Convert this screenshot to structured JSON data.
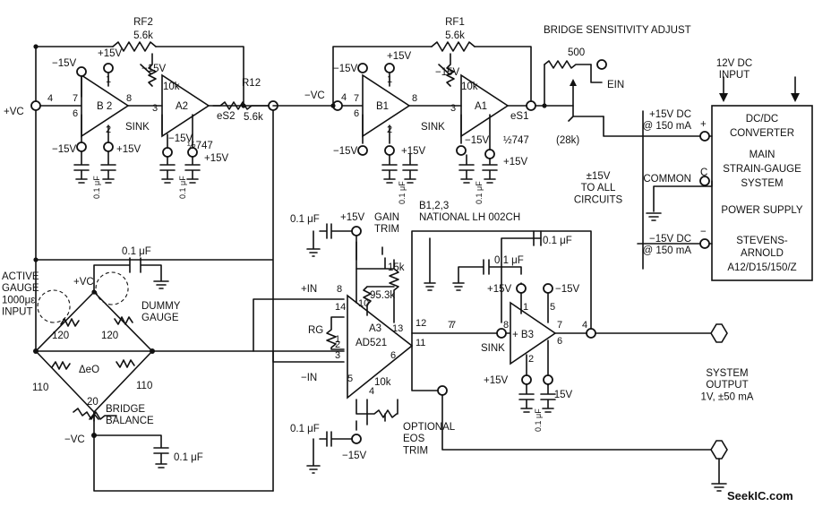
{
  "title": "BRIDGE SENSITIVITY ADJUST",
  "power_input": "12V DC\nINPUT",
  "power_supply": {
    "lines": [
      "DC/DC",
      "CONVERTER",
      "MAIN",
      "STRAIN-GAUGE",
      "SYSTEM",
      "POWER SUPPLY",
      "STEVENS-",
      "ARNOLD",
      "A12/D15/150/Z"
    ],
    "pos_out": "+15V DC\n@ 150 mA",
    "common": "COMMON",
    "neg_out": "−15V DC\n@ 150 mA",
    "all_circuits": "±15V\nTO ALL\nCIRCUITS",
    "pin_plus": "+",
    "pin_c": "C",
    "pin_minus": "−"
  },
  "amp_note": "B1,2,3\nNATIONAL LH 002CH",
  "bridge": {
    "active_gauge": "ACTIVE\nGAUGE\n1000με\nINPUT",
    "dummy_gauge": "DUMMY\nGAUGE",
    "balance": "BRIDGE\nBALANCE",
    "r_active": "120",
    "r_dummy": "120",
    "r_left": "110",
    "r_right": "110",
    "r_balance": "20",
    "delta": "ΔeO",
    "vc_pos": "+VC",
    "vc_neg": "−VC",
    "cap_top": "0.1 μF",
    "cap_bot": "0.1 μF"
  },
  "b2_section": {
    "vc_label": "+VC",
    "b2": "B 2",
    "a2": "A2",
    "sink": "SINK",
    "rf2": "RF2",
    "rf2_val": "5.6k",
    "pot": "10k",
    "r12": "R12",
    "r12_val": "5.6k",
    "out": "eS2",
    "part": "½747",
    "supplies": [
      "−15V",
      "+15V",
      "−15V",
      "−15V",
      "+15V",
      "−15V",
      "+15V"
    ],
    "caps": [
      "0.1 μF",
      "0.1 μF"
    ],
    "pins": [
      "4",
      "7",
      "6",
      "1",
      "8",
      "2",
      "3"
    ]
  },
  "b1_section": {
    "vc_label": "−VC",
    "b1": "B1",
    "a1": "A1",
    "sink": "SINK",
    "rf1": "RF1",
    "rf1_val": "5.6k",
    "pot": "10k",
    "out": "eS1",
    "part": "½747",
    "adj": "500",
    "adj_fixed": "(28k)",
    "ein": "EIN",
    "supplies": [
      "−15V",
      "+15V",
      "−15V",
      "−15V",
      "+15V",
      "−15V",
      "+15V"
    ],
    "caps": [
      "0.1 μF",
      "0.1 μF"
    ],
    "pins": [
      "4",
      "7",
      "6",
      "1",
      "8",
      "2",
      "3"
    ]
  },
  "a3_section": {
    "name": "A3",
    "part": "AD521",
    "rg": "RG",
    "in_plus": "+IN",
    "in_minus": "−IN",
    "gain_trim": "GAIN\nTRIM",
    "r_gain": "15k",
    "r_fixed": "95.3k",
    "r_offset": "10k",
    "offset_trim": "OPTIONAL\nEOS\nTRIM",
    "cap_top": "0.1 μF",
    "cap_bot": "0.1 μF",
    "supply_pos": "+15V",
    "supply_neg": "−15V",
    "pins": [
      "8",
      "14",
      "2",
      "1",
      "3",
      "5",
      "6",
      "4",
      "10",
      "13",
      "12",
      "11",
      "7"
    ]
  },
  "b3_section": {
    "name": "+ B3",
    "sink": "SINK",
    "cap_top": "0.1 μF",
    "cap_mid": "0.1 μF",
    "cap_bot": "0.1 μF",
    "supplies": [
      "+15V",
      "−15V",
      "+15V",
      "−15V"
    ],
    "pins": [
      "7",
      "8",
      "1",
      "5",
      "2",
      "7",
      "6",
      "4"
    ]
  },
  "output": "SYSTEM\nOUTPUT\n1V, ±50 mA",
  "watermark": "SeekIC.com"
}
